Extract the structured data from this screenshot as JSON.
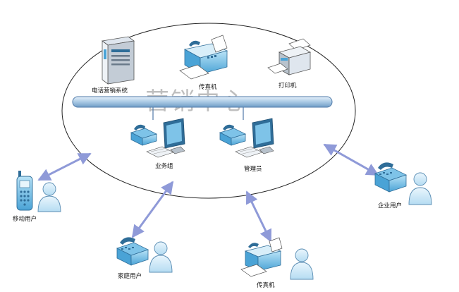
{
  "watermark": "营销中心",
  "nodes": {
    "server": {
      "label": "电话营销系统",
      "icon": "server-icon"
    },
    "fax_top": {
      "label": "传真机",
      "icon": "fax-icon"
    },
    "printer": {
      "label": "打印机",
      "icon": "printer-icon"
    },
    "sales_group": {
      "label": "业务组",
      "icon": "workstation-icon"
    },
    "admin": {
      "label": "管理员",
      "icon": "workstation-icon"
    },
    "mobile_user": {
      "label": "移动用户",
      "icon": "mobile-phone-icon"
    },
    "home_user": {
      "label": "家庭用户",
      "icon": "telephone-user-icon"
    },
    "fax_bottom": {
      "label": "传真机",
      "icon": "fax-user-icon"
    },
    "enterprise_user": {
      "label": "企业用户",
      "icon": "telephone-user-icon"
    }
  },
  "colors": {
    "bus": "#b9d3ea",
    "bus_stroke": "#4f79a8",
    "arrow": "#8f9ad8",
    "device_blue": "#7ec3e8",
    "device_dark": "#2f6d98",
    "person": "#cde6f7"
  }
}
